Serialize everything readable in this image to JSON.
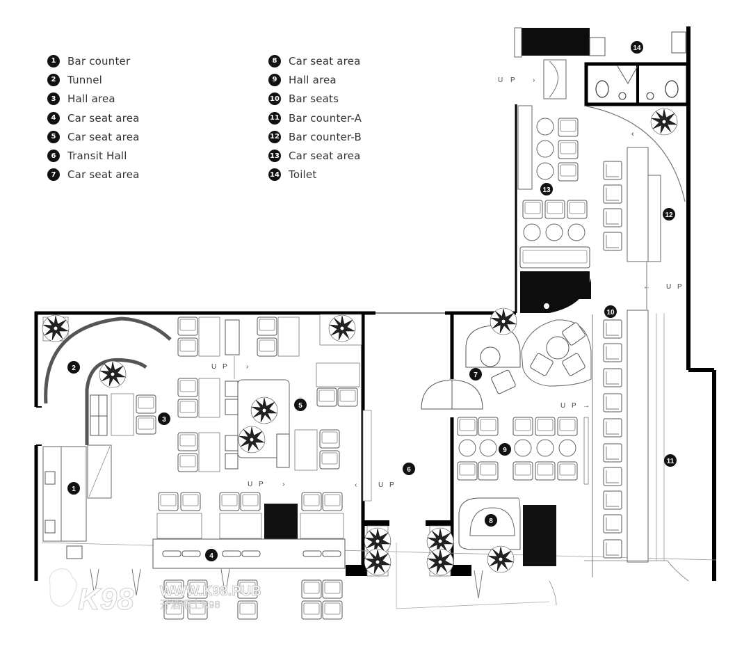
{
  "legend": [
    {
      "num": "1",
      "label": "Bar counter"
    },
    {
      "num": "2",
      "label": "Tunnel"
    },
    {
      "num": "3",
      "label": "Hall area"
    },
    {
      "num": "4",
      "label": "Car seat area"
    },
    {
      "num": "5",
      "label": "Car seat area"
    },
    {
      "num": "6",
      "label": "Transit Hall"
    },
    {
      "num": "7",
      "label": "Car seat area"
    },
    {
      "num": "8",
      "label": "Car seat area"
    },
    {
      "num": "9",
      "label": "Hall area"
    },
    {
      "num": "10",
      "label": "Bar seats"
    },
    {
      "num": "11",
      "label": "Bar counter-A"
    },
    {
      "num": "12",
      "label": "Bar counter-B"
    },
    {
      "num": "13",
      "label": "Car seat area"
    },
    {
      "num": "14",
      "label": "Toilet"
    }
  ],
  "markers": {
    "m1": "1",
    "m2": "2",
    "m3": "3",
    "m4": "4",
    "m5": "5",
    "m6": "6",
    "m7": "7",
    "m8": "8",
    "m9": "9",
    "m10": "10",
    "m11": "11",
    "m12": "12",
    "m13": "13",
    "m14": "14"
  },
  "up_label": "U P",
  "watermark": {
    "logo": "K98",
    "url": "WWW.K98.PUB",
    "tagline": "开酒吧上K98"
  }
}
